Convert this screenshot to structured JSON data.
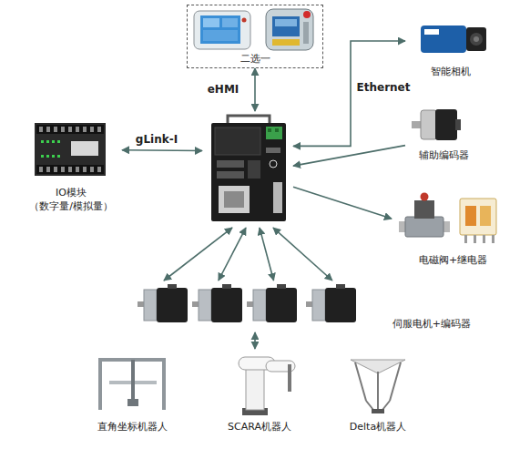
{
  "diagram": {
    "nodes": [
      {
        "text": [
          "二选一"
        ]
      },
      {
        "text": [
          "智能相机"
        ]
      },
      {
        "text": [
          "IO模块",
          "（数字量/模拟量）"
        ]
      },
      {
        "text": []
      },
      {
        "text": [
          "辅助编码器"
        ]
      },
      {
        "text": [
          "电磁阀+继电器"
        ]
      },
      {
        "text": [
          "伺服电机+编码器"
        ]
      },
      {
        "text": [
          "直角坐标机器人"
        ]
      },
      {
        "text": [
          "SCARA机器人"
        ]
      },
      {
        "text": [
          "Delta机器人"
        ]
      }
    ],
    "edges": [
      {
        "from": 3,
        "to": 0,
        "label": "eHMI",
        "arrow": "both"
      },
      {
        "from": 3,
        "to": 2,
        "label": "gLink-I",
        "arrow": "both"
      },
      {
        "from": 3,
        "to": 1,
        "label": "Ethernet",
        "arrow": "both"
      },
      {
        "from": 4,
        "to": 3,
        "arrow": "to"
      },
      {
        "from": 3,
        "to": 5,
        "arrow": "to"
      },
      {
        "from": 3,
        "to": 6,
        "arrow": "both"
      },
      {
        "from": 3,
        "to": 6,
        "arrow": "both"
      },
      {
        "from": 3,
        "to": 6,
        "arrow": "both"
      },
      {
        "from": 3,
        "to": 6,
        "arrow": "both"
      },
      {
        "from": 6,
        "to": 8,
        "arrow": "both"
      }
    ]
  }
}
